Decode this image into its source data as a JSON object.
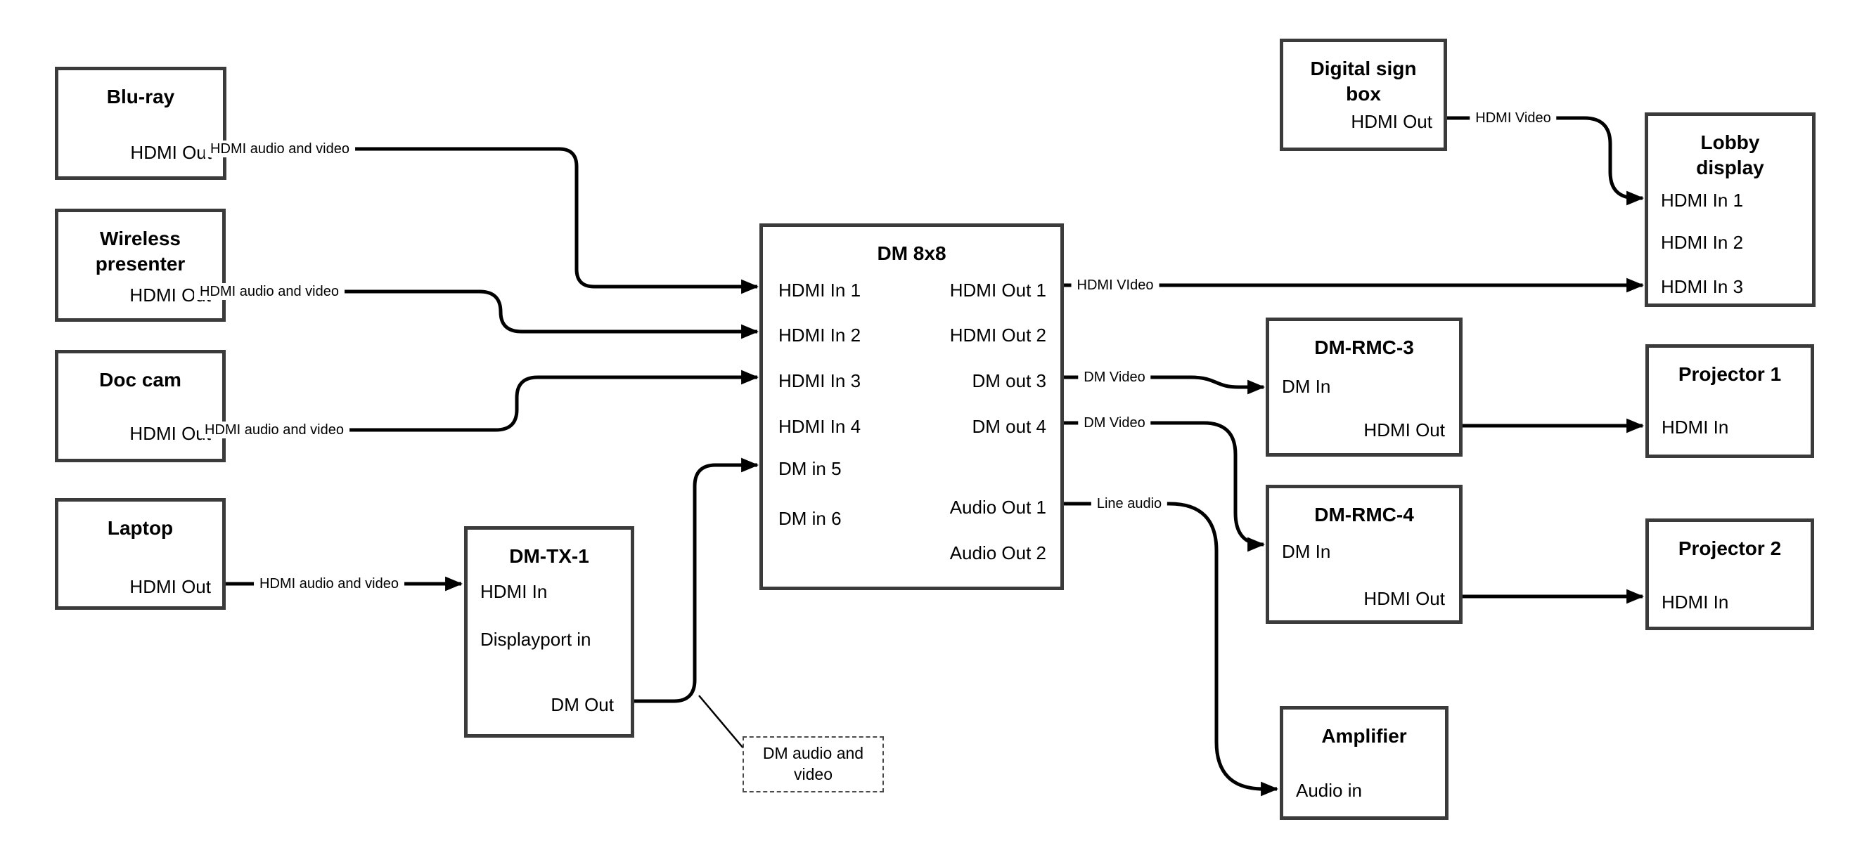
{
  "nodes": {
    "bluray": {
      "title": "Blu-ray",
      "ports": {
        "out": "HDMI Out"
      }
    },
    "wireless": {
      "title": "Wireless presenter",
      "ports": {
        "out": "HDMI Out"
      }
    },
    "doccam": {
      "title": "Doc cam",
      "ports": {
        "out": "HDMI Out"
      }
    },
    "laptop": {
      "title": "Laptop",
      "ports": {
        "out": "HDMI Out"
      }
    },
    "dmtx1": {
      "title": "DM-TX-1",
      "ports": {
        "hdmi_in": "HDMI In",
        "dp_in": "Displayport in",
        "dm_out": "DM Out"
      }
    },
    "dm8x8": {
      "title": "DM 8x8",
      "ports": {
        "in1": "HDMI In 1",
        "in2": "HDMI In 2",
        "in3": "HDMI In 3",
        "in4": "HDMI In 4",
        "in5": "DM in 5",
        "in6": "DM in 6",
        "out1": "HDMI Out 1",
        "out2": "HDMI Out 2",
        "out3": "DM out 3",
        "out4": "DM out 4",
        "aout1": "Audio Out 1",
        "aout2": "Audio Out 2"
      }
    },
    "digitalsign": {
      "title": "Digital sign box",
      "ports": {
        "out": "HDMI Out"
      }
    },
    "lobby": {
      "title": "Lobby display",
      "ports": {
        "in1": "HDMI In 1",
        "in2": "HDMI In 2",
        "in3": "HDMI In 3"
      }
    },
    "rmc3": {
      "title": "DM-RMC-3",
      "ports": {
        "dm_in": "DM In",
        "hdmi_out": "HDMI Out"
      }
    },
    "rmc4": {
      "title": "DM-RMC-4",
      "ports": {
        "dm_in": "DM In",
        "hdmi_out": "HDMI Out"
      }
    },
    "proj1": {
      "title": "Projector 1",
      "ports": {
        "in": "HDMI In"
      }
    },
    "proj2": {
      "title": "Projector 2",
      "ports": {
        "in": "HDMI In"
      }
    },
    "amp": {
      "title": "Amplifier",
      "ports": {
        "in": "Audio in"
      }
    }
  },
  "edge_labels": {
    "bluray_line": "HDMI audio and video",
    "wireless_line": "HDMI audio and video",
    "doccam_line": "HDMI audio and video",
    "laptop_line": "HDMI audio and video",
    "hdmi_out1_line": "HDMI VIdeo",
    "digitalsign_line": "HDMI Video",
    "dm_out3_line": "DM Video",
    "dm_out4_line": "DM Video",
    "audio_out1_line": "Line audio"
  },
  "callout": {
    "text": "DM audio and video"
  },
  "colors": {
    "line": "#000000",
    "box_border": "#3b3b3b",
    "text": "#000000",
    "background": "#ffffff"
  }
}
